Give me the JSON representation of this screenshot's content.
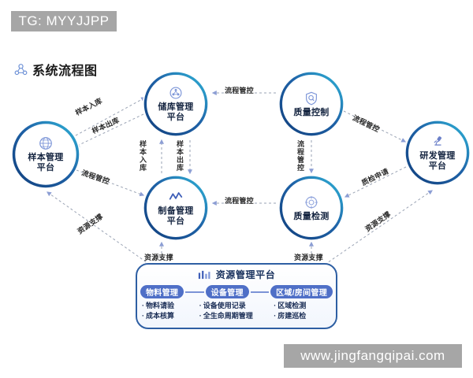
{
  "watermarks": {
    "top": "TG: MYYJJPP",
    "bottom": "www.jingfangqipai.com"
  },
  "header": {
    "title": "系统流程图",
    "icon": "network-nodes-icon"
  },
  "nodes": [
    {
      "id": "sample",
      "label_line1": "样本管理",
      "label_line2": "平台",
      "icon": "globe-icon"
    },
    {
      "id": "storage",
      "label_line1": "储库管理",
      "label_line2": "平台",
      "icon": "molecule-icon"
    },
    {
      "id": "quality_control",
      "label_line1": "质量控制",
      "label_line2": "",
      "icon": "shield-search-icon"
    },
    {
      "id": "rd",
      "label_line1": "研发管理",
      "label_line2": "平台",
      "icon": "microscope-icon"
    },
    {
      "id": "prep",
      "label_line1": "制备管理",
      "label_line2": "平台",
      "icon": "chart-line-icon"
    },
    {
      "id": "qc_test",
      "label_line1": "质量检测",
      "label_line2": "",
      "icon": "target-icon"
    }
  ],
  "edge_labels": [
    {
      "id": "sample-to-storage",
      "text": "样本入库"
    },
    {
      "id": "storage-to-sample",
      "text": "样本出库"
    },
    {
      "id": "sample-to-prep",
      "text": "流程管控"
    },
    {
      "id": "prep-to-storage",
      "text": "样本入库"
    },
    {
      "id": "storage-to-prep",
      "text": "样本出库"
    },
    {
      "id": "qc-to-storage",
      "text": "流程管控"
    },
    {
      "id": "qc-to-qctest",
      "text": "流程管控"
    },
    {
      "id": "qctest-to-prep",
      "text": "流程管控"
    },
    {
      "id": "qc-to-rd",
      "text": "流程管控"
    },
    {
      "id": "rd-to-qctest",
      "text": "质检申请"
    },
    {
      "id": "resource-to-sample",
      "text": "资源支撑"
    },
    {
      "id": "resource-to-rd",
      "text": "资源支撑"
    },
    {
      "id": "resource-to-prep-left",
      "text": "资源支撑"
    },
    {
      "id": "resource-to-qctest-right",
      "text": "资源支撑"
    }
  ],
  "resource_panel": {
    "title": "资源管理平台",
    "icon": "bar-chart-icon",
    "pills": [
      {
        "id": "material",
        "label": "物料管理"
      },
      {
        "id": "equipment",
        "label": "设备管理"
      },
      {
        "id": "area",
        "label": "区域/房间管理"
      }
    ],
    "details": [
      {
        "column": "material",
        "items": [
          "物料请验",
          "成本核算"
        ]
      },
      {
        "column": "equipment",
        "items": [
          "设备使用记录",
          "全生命周期管理"
        ]
      },
      {
        "column": "area",
        "items": [
          "区域检测",
          "房建巡检"
        ]
      }
    ]
  },
  "colors": {
    "ring_dark": "#11407e",
    "ring_cyan": "#2fb6d9",
    "pill_blue": "#4f6fc7",
    "panel_border": "#2e5fa3",
    "edge_gray": "#9aa3b4",
    "arrow_blue": "#8c9ed4",
    "watermark_gray": "#a6a6a6"
  }
}
